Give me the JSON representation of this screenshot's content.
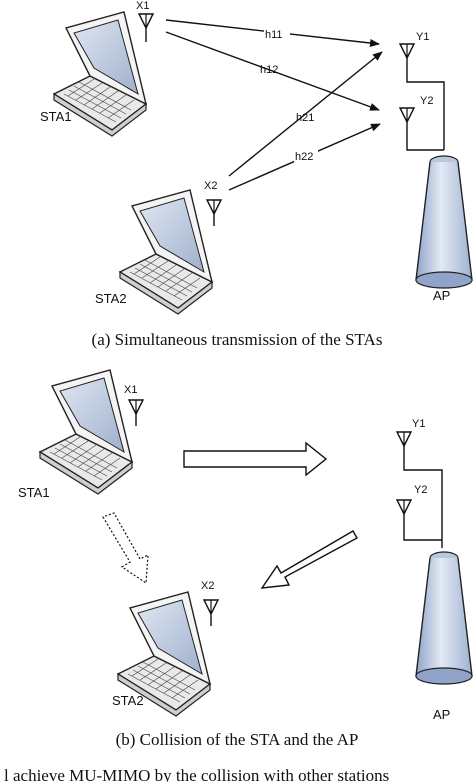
{
  "panel_a": {
    "sta1_label": "STA1",
    "sta2_label": "STA2",
    "ap_label": "AP",
    "x1": "X1",
    "x2": "X2",
    "y1": "Y1",
    "y2": "Y2",
    "h11": "h11",
    "h12": "h12",
    "h21": "h21",
    "h22": "h22",
    "caption": "(a)  Simultaneous transmission of the STAs"
  },
  "panel_b": {
    "sta1_label": "STA1",
    "sta2_label": "STA2",
    "ap_label": "AP",
    "x1": "X1",
    "x2": "X2",
    "y1": "Y1",
    "y2": "Y2",
    "caption": "(b)  Collision of the STA and the AP"
  },
  "footer_text": "l        achieve MU-MIMO by the collision with other stations"
}
